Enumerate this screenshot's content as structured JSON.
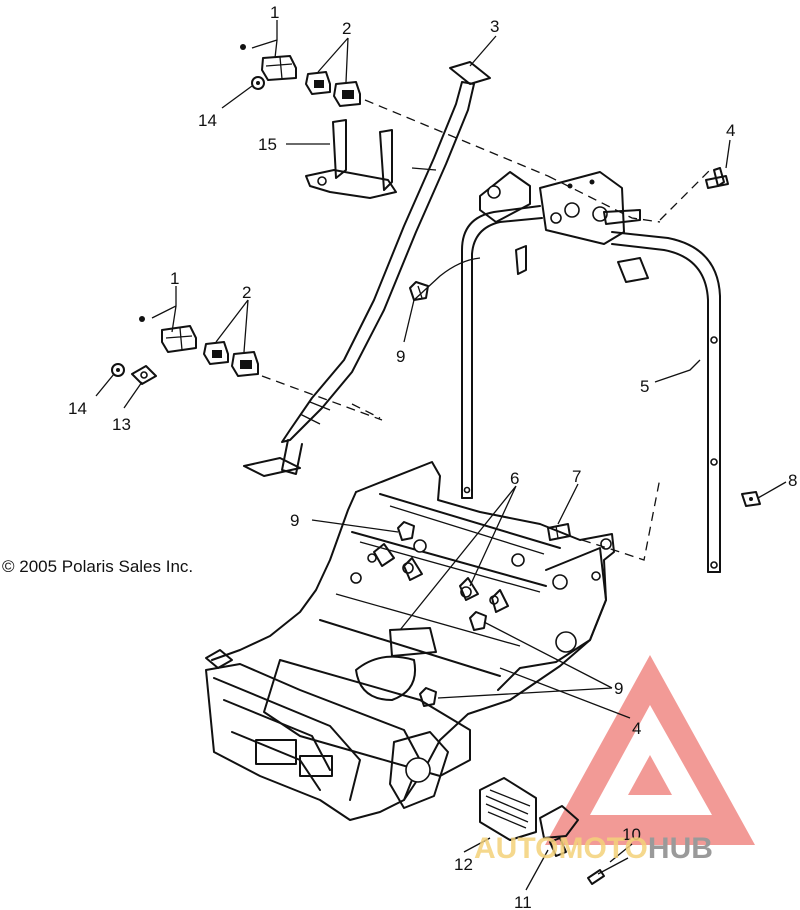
{
  "callouts": [
    {
      "id": "c1a",
      "label": "1"
    },
    {
      "id": "c2a",
      "label": "2"
    },
    {
      "id": "c3",
      "label": "3"
    },
    {
      "id": "c4a",
      "label": "4"
    },
    {
      "id": "c14a",
      "label": "14"
    },
    {
      "id": "c15",
      "label": "15"
    },
    {
      "id": "c1b",
      "label": "1"
    },
    {
      "id": "c2b",
      "label": "2"
    },
    {
      "id": "c9a",
      "label": "9"
    },
    {
      "id": "c5",
      "label": "5"
    },
    {
      "id": "c14b",
      "label": "14"
    },
    {
      "id": "c13",
      "label": "13"
    },
    {
      "id": "c6",
      "label": "6"
    },
    {
      "id": "c7",
      "label": "7"
    },
    {
      "id": "c8",
      "label": "8"
    },
    {
      "id": "c9b",
      "label": "9"
    },
    {
      "id": "c9c",
      "label": "9"
    },
    {
      "id": "c4b",
      "label": "4"
    },
    {
      "id": "c10",
      "label": "10"
    },
    {
      "id": "c12",
      "label": "12"
    },
    {
      "id": "c11",
      "label": "11"
    }
  ],
  "copyright": "© 2005 Polaris Sales Inc.",
  "watermark": {
    "part1": "AUTOMOTO",
    "part2": "HUB",
    "triangle_color": "#e8473f",
    "text_color_1": "#f4d27a",
    "text_color_2": "#9a9a9a"
  }
}
